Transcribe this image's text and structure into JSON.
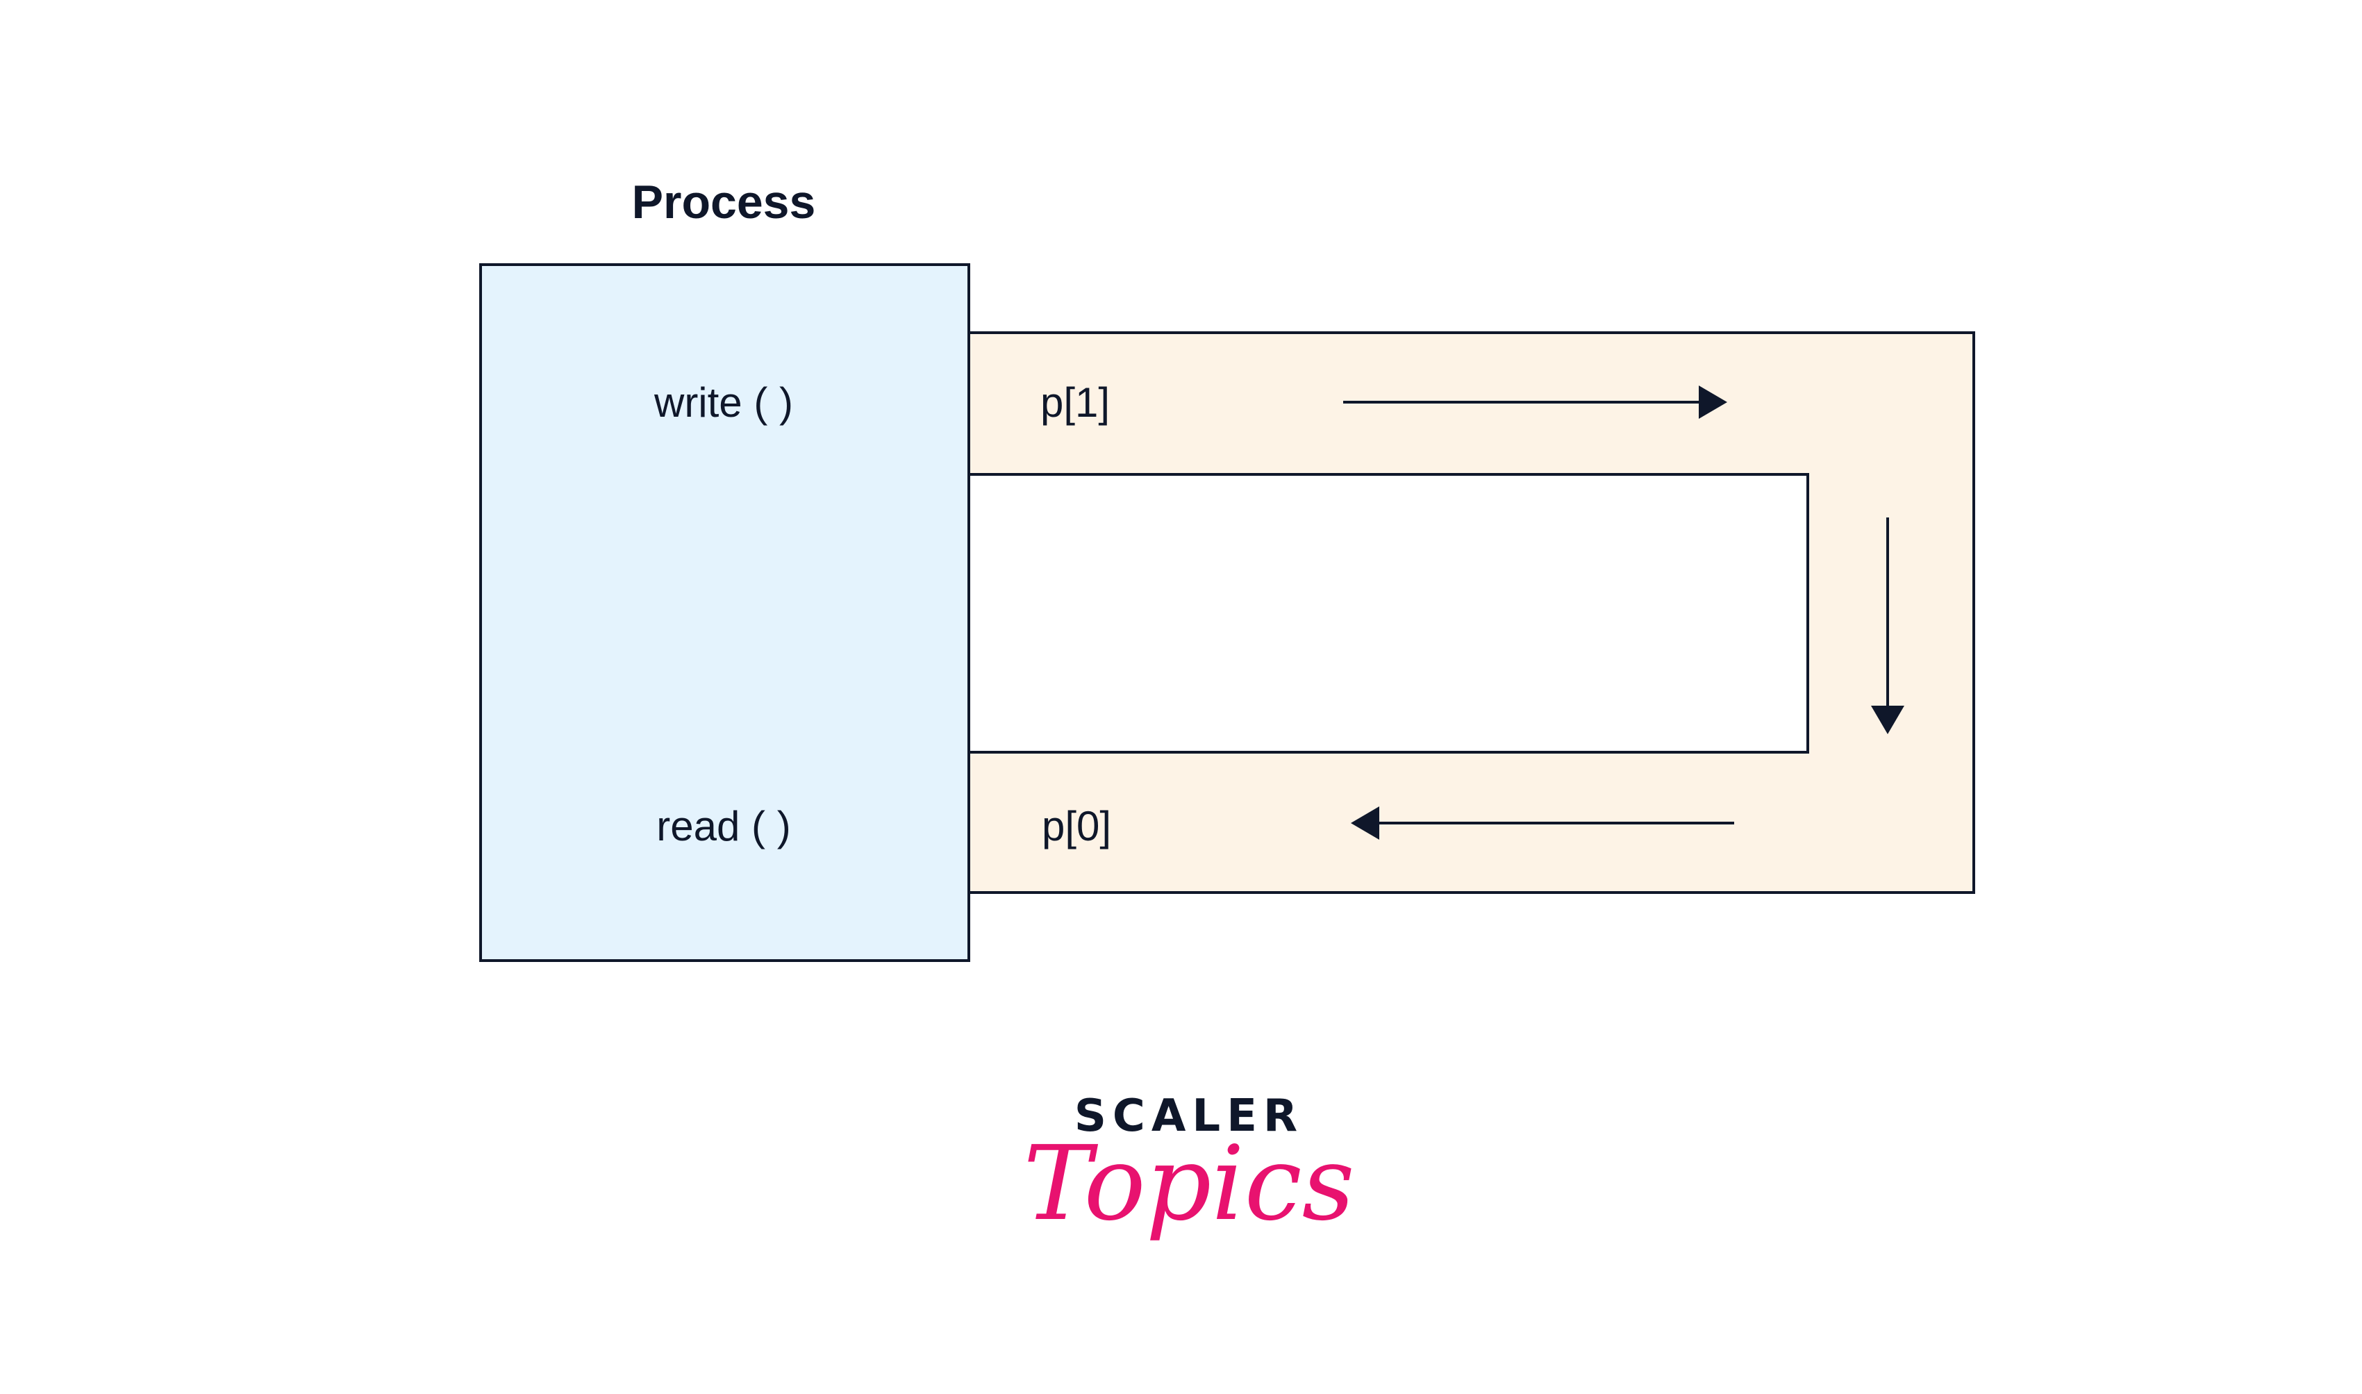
{
  "diagram": {
    "process_title": "Process",
    "write_label": "write ( )",
    "read_label": "read ( )",
    "write_end_label": "p[1]",
    "read_end_label": "p[0]"
  },
  "logo": {
    "line1": "SCALER",
    "line2": "Topics"
  },
  "colors": {
    "process_fill": "#e4f3fd",
    "pipe_fill": "#fdf3e6",
    "stroke": "#0f172a",
    "logo_dark": "#0f172a",
    "logo_accent": "#e8126f"
  }
}
